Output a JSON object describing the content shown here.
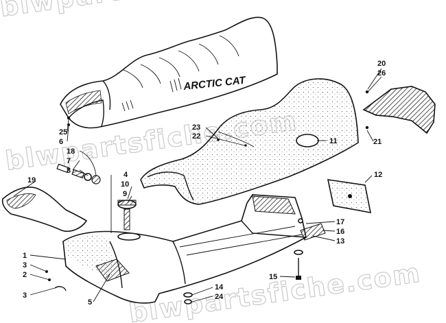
{
  "watermark": "blwpartsfiche.com",
  "brand": "ARCTIC CAT",
  "callouts": [
    {
      "id": "c1",
      "text": "1"
    },
    {
      "id": "c2",
      "text": "2"
    },
    {
      "id": "c3a",
      "text": "3"
    },
    {
      "id": "c3b",
      "text": "3"
    },
    {
      "id": "c4",
      "text": "4"
    },
    {
      "id": "c5",
      "text": "5"
    },
    {
      "id": "c6",
      "text": "6"
    },
    {
      "id": "c7",
      "text": "7"
    },
    {
      "id": "c8",
      "text": "8"
    },
    {
      "id": "c9",
      "text": "9"
    },
    {
      "id": "c10",
      "text": "10"
    },
    {
      "id": "c11",
      "text": "11"
    },
    {
      "id": "c12",
      "text": "12"
    },
    {
      "id": "c13",
      "text": "13"
    },
    {
      "id": "c14",
      "text": "14"
    },
    {
      "id": "c15",
      "text": "15"
    },
    {
      "id": "c16",
      "text": "16"
    },
    {
      "id": "c17",
      "text": "17"
    },
    {
      "id": "c18",
      "text": "18"
    },
    {
      "id": "c19",
      "text": "19"
    },
    {
      "id": "c20",
      "text": "20"
    },
    {
      "id": "c21",
      "text": "21"
    },
    {
      "id": "c22",
      "text": "22"
    },
    {
      "id": "c23",
      "text": "23"
    },
    {
      "id": "c24",
      "text": "24"
    },
    {
      "id": "c25",
      "text": "25"
    },
    {
      "id": "c26",
      "text": "26"
    }
  ],
  "colors": {
    "ink": "#111111",
    "watermark": "#c9c9c9",
    "paper": "#ffffff",
    "shade": "#555555"
  }
}
